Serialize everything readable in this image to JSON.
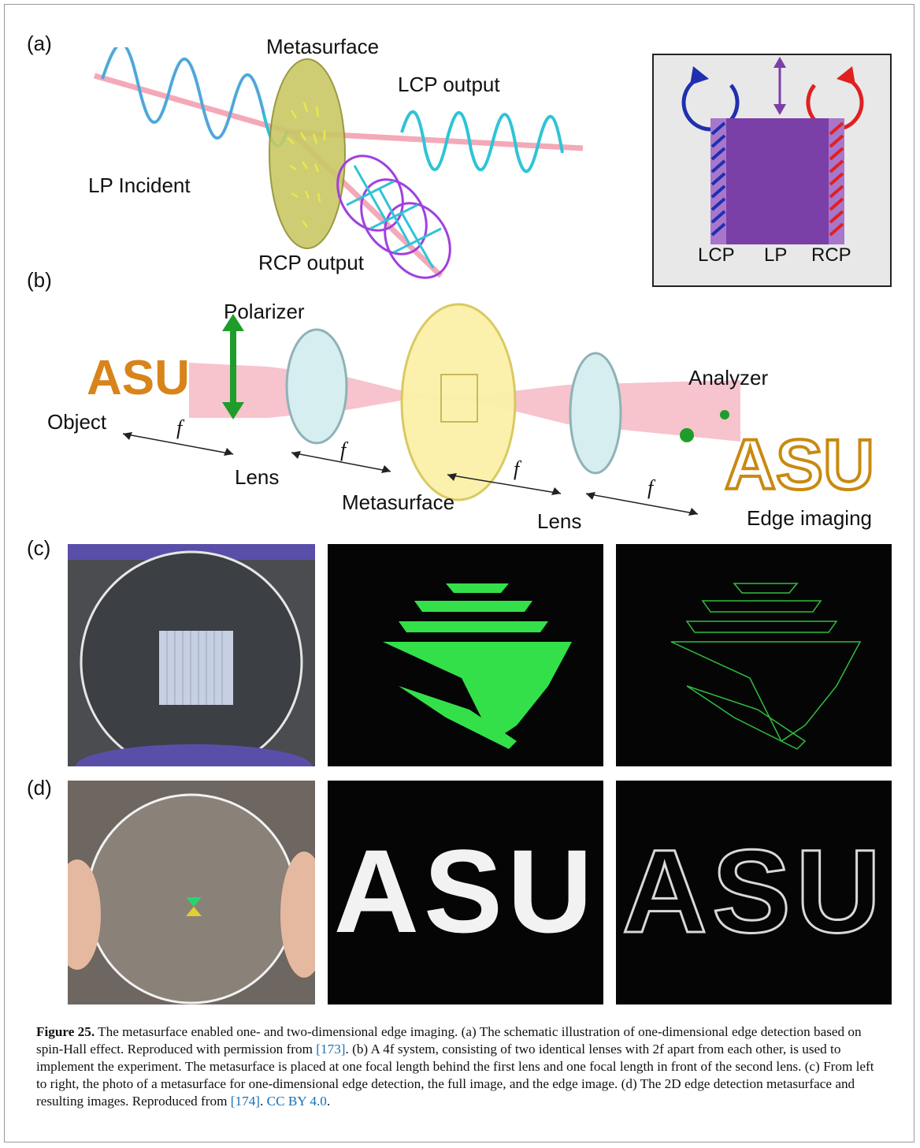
{
  "panel_labels": {
    "a": "(a)",
    "b": "(b)",
    "c": "(c)",
    "d": "(d)"
  },
  "panel_a": {
    "metasurface": "Metasurface",
    "lcp_output": "LCP output",
    "lp_incident": "LP Incident",
    "rcp_output": "RCP output",
    "inset": {
      "lcp": "LCP",
      "lp": "LP",
      "rcp": "RCP"
    }
  },
  "panel_b": {
    "polarizer": "Polarizer",
    "object": "Object",
    "analyzer": "Analyzer",
    "lens1": "Lens",
    "lens2": "Lens",
    "metasurface": "Metasurface",
    "edge_imaging": "Edge imaging",
    "focal": "f",
    "object_text": "ASU"
  },
  "panel_d": {
    "letters": [
      "A",
      "S",
      "U"
    ]
  },
  "caption": {
    "figure_label": "Figure 25.",
    "part1": " The metasurface enabled one- and two-dimensional edge imaging. (a) The schematic illustration of one-dimensional edge detection based on spin-Hall effect. Reproduced with permission from ",
    "ref1": "[173]",
    "part2": ". (b) A 4f system, consisting of two identical lenses with 2f apart from each other, is used to implement the experiment. The metasurface is placed at one focal length behind the first lens and one focal length in front of the second lens. (c) From left to right, the photo of a metasurface for one-dimensional edge detection, the full image, and the edge image. (d) The 2D edge detection metasurface and resulting images. Reproduced from ",
    "ref2": "[174]",
    "part3": ". ",
    "license": "CC BY 4.0",
    "part4": "."
  },
  "colors": {
    "beam": "#f4a9b8",
    "wave": "#2fc4d6",
    "lcp": "#1f2fb0",
    "rcp": "#e02020",
    "lp": "#7b3fa8",
    "green": "#19d12b"
  }
}
